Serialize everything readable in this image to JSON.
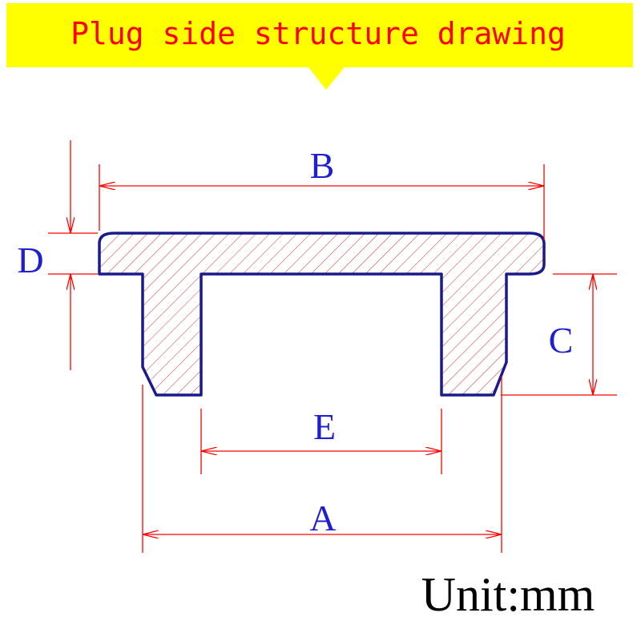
{
  "title": "Plug side structure drawing",
  "labels": {
    "a": "A",
    "b": "B",
    "c": "C",
    "d": "D",
    "e": "E"
  },
  "unit": "Unit:mm",
  "colors": {
    "banner": "#ffff00",
    "title_text": "#ff0000",
    "outline": "#1a1a8c",
    "hatch": "#cc3333",
    "dimension_line": "#ff0000",
    "dimension_label": "#1f1fd0",
    "unit_text": "#000000"
  }
}
